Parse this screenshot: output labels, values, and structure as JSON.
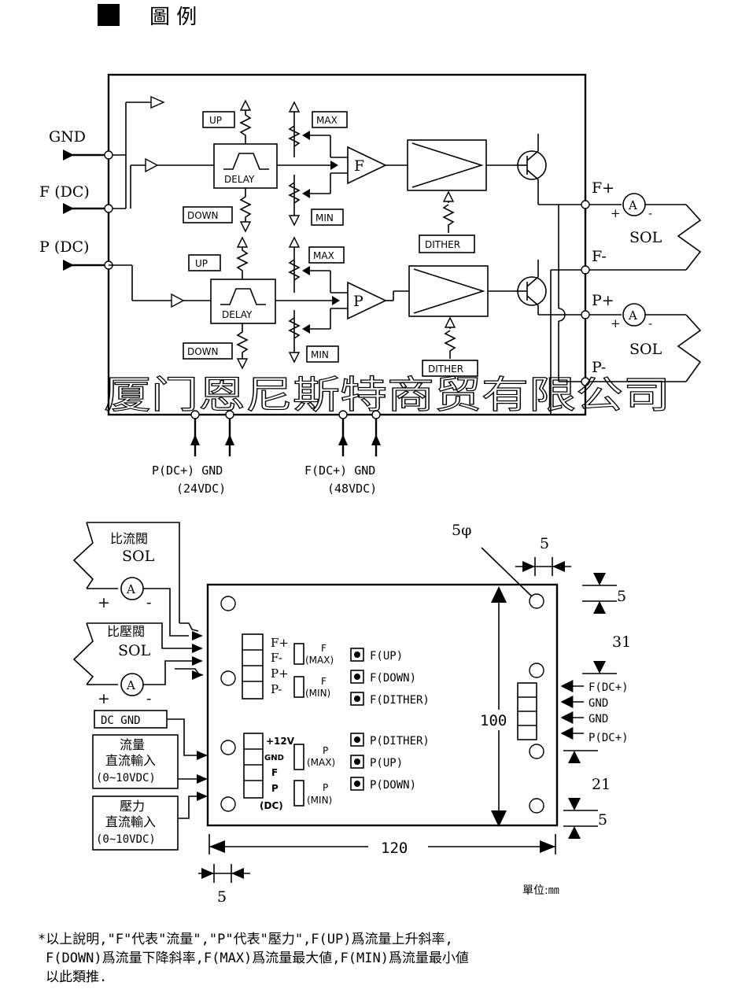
{
  "header": {
    "title": "圖 例"
  },
  "watermark": "厦门恩尼斯特商贸有限公司",
  "block_diagram": {
    "inputs": {
      "gnd": "GND",
      "f_dc": "F (DC)",
      "p_dc": "P (DC)"
    },
    "f_channel": {
      "up": "UP",
      "down": "DOWN",
      "delay": "DELAY",
      "max": "MAX",
      "min": "MIN",
      "amp": "F",
      "dither": "DITHER"
    },
    "p_channel": {
      "up": "UP",
      "down": "DOWN",
      "delay": "DELAY",
      "max": "MAX",
      "min": "MIN",
      "amp": "P",
      "dither": "DITHER"
    },
    "outputs": {
      "f_plus": "F+",
      "f_minus": "F-",
      "p_plus": "P+",
      "p_minus": "P-",
      "ammeter": "A",
      "sol": "SOL",
      "plus": "+",
      "minus": "-"
    },
    "power": {
      "p_power": "P(DC+) GND",
      "p_voltage": "(24VDC)",
      "f_power": "F(DC+) GND",
      "f_voltage": "(48VDC)"
    }
  },
  "board": {
    "flow_valve": "比流閥",
    "pressure_valve": "比壓閥",
    "sol": "SOL",
    "ammeter": "A",
    "plus": "+",
    "minus": "-",
    "dc_gnd": "DC GND",
    "flow_input_title": "流量",
    "flow_input_sub": "直流輸入",
    "flow_input_range": "(0~10VDC)",
    "pressure_input_title": "壓力",
    "pressure_input_sub": "直流輸入",
    "pressure_input_range": "(0~10VDC)",
    "left_terminal_top": [
      "F+",
      "F-",
      "P+",
      "P-"
    ],
    "left_terminal_bottom": [
      "+12V",
      "GND",
      "F",
      "P",
      "(DC)"
    ],
    "pots": [
      "F",
      "(MAX)",
      "F",
      "(MIN)",
      "P",
      "(MAX)",
      "P",
      "(MIN)"
    ],
    "pot_labels": [
      "F(UP)",
      "F(DOWN)",
      "F(DITHER)",
      "P(DITHER)",
      "P(UP)",
      "P(DOWN)"
    ],
    "right_terminal": [
      "F(DC+)",
      "GND",
      "GND",
      "P(DC+)"
    ],
    "dims": {
      "hole": "5φ",
      "top_gap": "5",
      "right_top": "5",
      "right_mid": "31",
      "right_low": "21",
      "right_bottom": "5",
      "height": "100",
      "width": "120",
      "left_gap": "5"
    },
    "unit": "單位:㎜"
  },
  "footnote": [
    "*以上說明,\"F\"代表\"流量\",\"P\"代表\"壓力\",F(UP)爲流量上升斜率,",
    "F(DOWN)爲流量下降斜率,F(MAX)爲流量最大値,F(MIN)爲流量最小値",
    "以此類推."
  ]
}
